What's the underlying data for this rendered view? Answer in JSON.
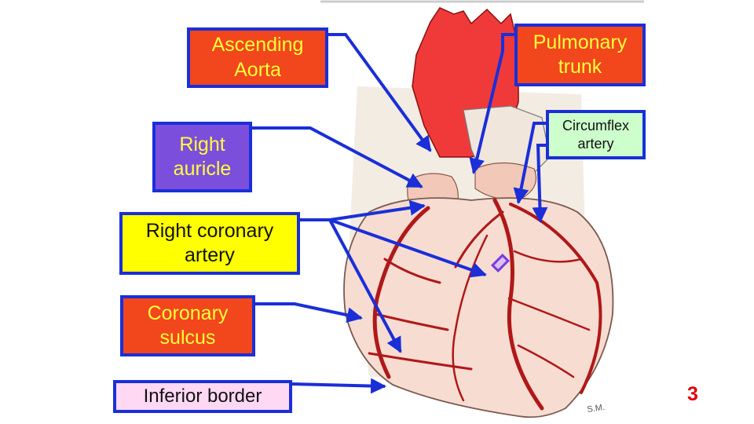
{
  "labels": {
    "ascending_aorta": "Ascending\nAorta",
    "pulmonary_trunk": "Pulmonary\ntrunk",
    "circumflex_artery": "Circumflex\nartery",
    "right_auricle": "Right\nauricle",
    "right_coronary_artery": "Right coronary\nartery",
    "coronary_sulcus": "Coronary\nsulcus",
    "inferior_border": "Inferior border"
  },
  "illustration": {
    "signature": "S.M."
  },
  "slide_number": "3",
  "colors": {
    "arrow": "#1a2fd8",
    "red_label_bg": "#f2461c",
    "red_label_text": "#ffff3c",
    "circumflex_bg": "#ccffcc",
    "auricle_bg": "#7b4fdc",
    "rca_bg": "#ffff00",
    "inferior_bg": "#ffd8f4",
    "slide_number": "#e00000"
  }
}
